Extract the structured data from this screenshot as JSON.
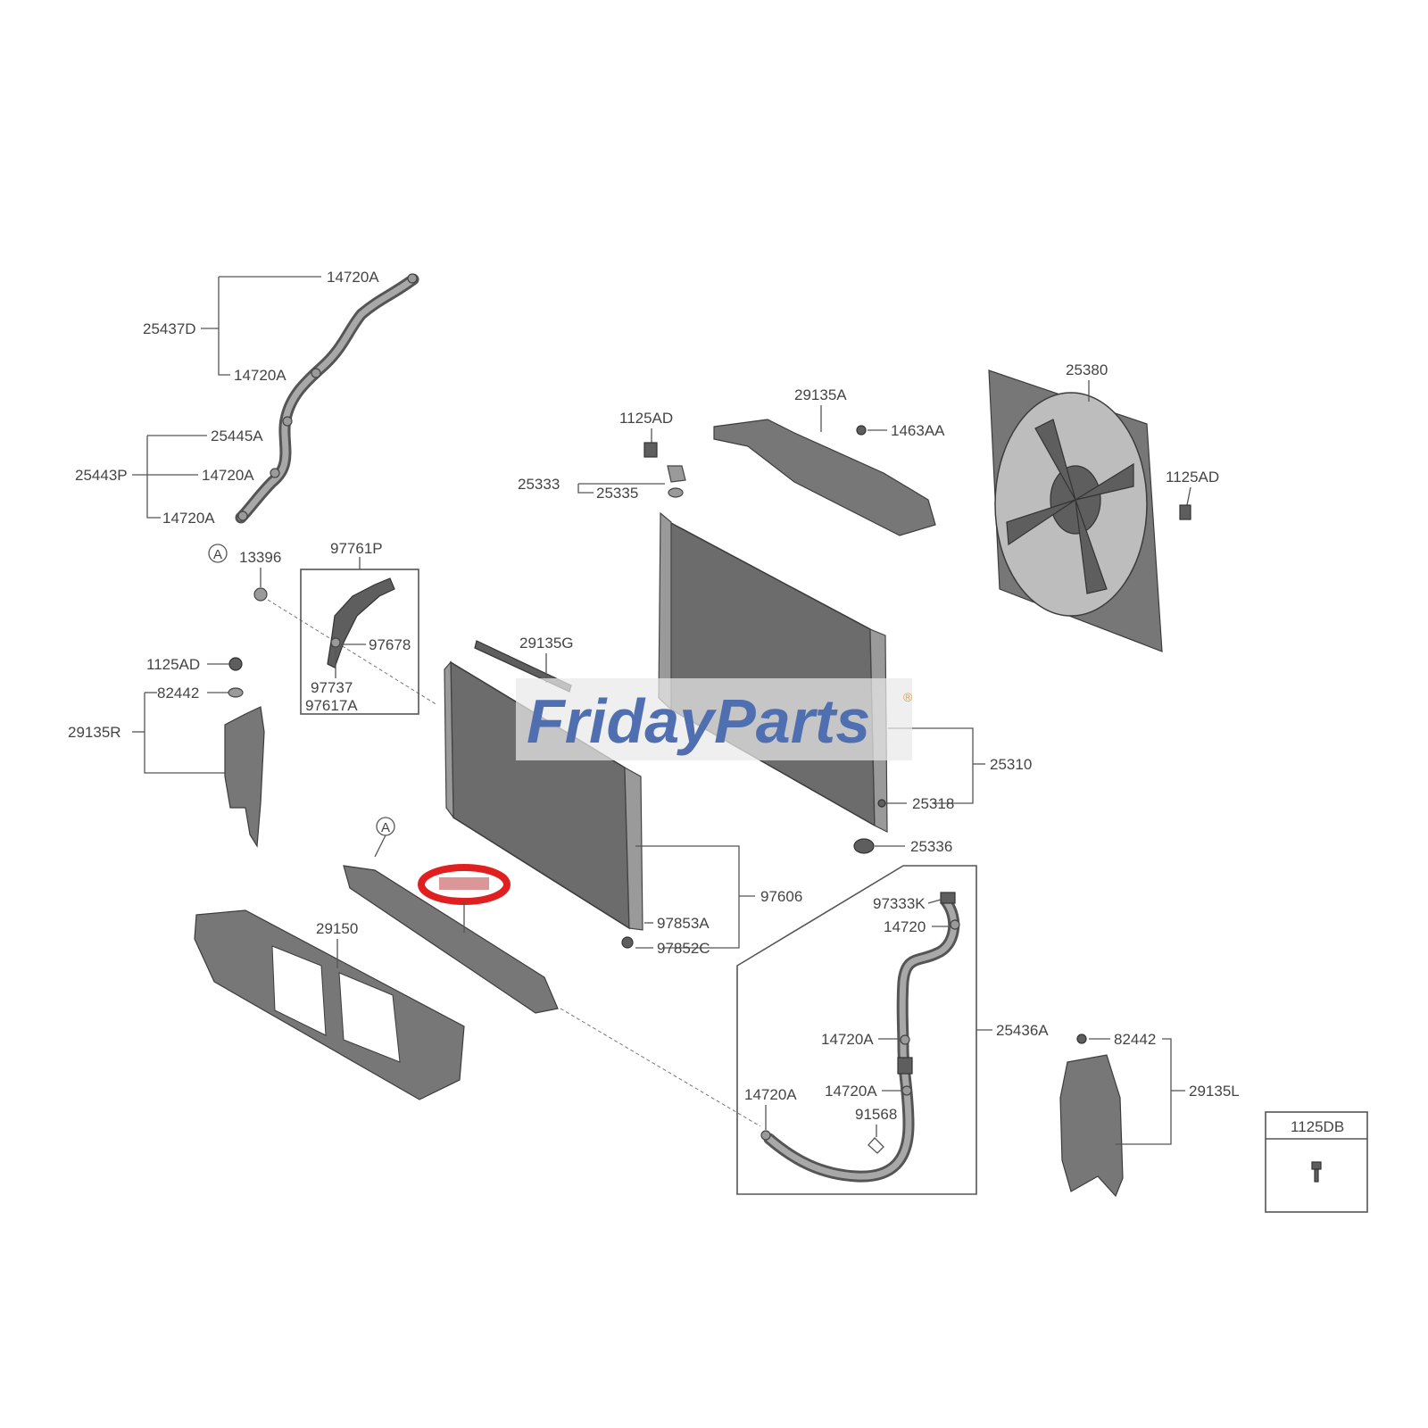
{
  "watermark": {
    "brand": "FridayParts",
    "registered_mark": "®",
    "text_color": "#4f6fb0",
    "accent_color": "#e8a13a"
  },
  "highlight": {
    "color": "#e02020"
  },
  "reference_marks": [
    "A",
    "A"
  ],
  "part_labels": {
    "p_14720A_top": "14720A",
    "p_25437D": "25437D",
    "p_14720A_2": "14720A",
    "p_25445A": "25445A",
    "p_25443P": "25443P",
    "p_14720A_3": "14720A",
    "p_14720A_4": "14720A",
    "p_13396": "13396",
    "p_97761P": "97761P",
    "p_97678": "97678",
    "p_97737": "97737",
    "p_97617A": "97617A",
    "p_1125AD_left": "1125AD",
    "p_82442_left": "82442",
    "p_29135R": "29135R",
    "p_29135G": "29135G",
    "p_1125AD_mid": "1125AD",
    "p_25333": "25333",
    "p_25335": "25335",
    "p_29135A": "29135A",
    "p_1463AA": "1463AA",
    "p_25380": "25380",
    "p_1125AD_right": "1125AD",
    "p_25310": "25310",
    "p_25318": "25318",
    "p_25336": "25336",
    "p_97606": "97606",
    "p_97853A": "97853A",
    "p_97852C": "97852C",
    "p_29150": "29150",
    "p_97333K": "97333K",
    "p_14720": "14720",
    "p_25436A": "25436A",
    "p_14720A_5": "14720A",
    "p_14720A_6": "14720A",
    "p_14720A_7": "14720A",
    "p_91568": "91568",
    "p_82442_right": "82442",
    "p_29135L": "29135L",
    "p_1125DB": "1125DB"
  }
}
